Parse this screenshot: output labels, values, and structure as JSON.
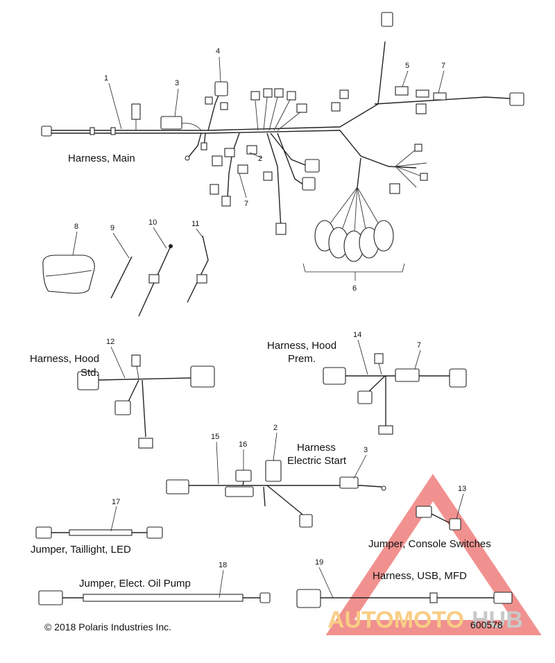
{
  "labels": {
    "harness_main": "Harness, Main",
    "harness_hood_std_1": "Harness, Hood",
    "harness_hood_std_2": "Std.",
    "harness_hood_prem_1": "Harness, Hood",
    "harness_hood_prem_2": "Prem.",
    "harness_electric_start_1": "Harness",
    "harness_electric_start_2": "Electric Start",
    "jumper_taillight": "Jumper, Taillight, LED",
    "jumper_console": "Jumper, Console Switches",
    "harness_usb": "Harness, USB, MFD",
    "jumper_oil_pump": "Jumper, Elect. Oil Pump"
  },
  "callouts": {
    "c1": "1",
    "c2a": "2",
    "c2b": "2",
    "c3a": "3",
    "c3b": "3",
    "c4": "4",
    "c5": "5",
    "c6": "6",
    "c7a": "7",
    "c7b": "7",
    "c7c": "7",
    "c8": "8",
    "c9": "9",
    "c10": "10",
    "c11": "11",
    "c12": "12",
    "c13": "13",
    "c14": "14",
    "c15": "15",
    "c16": "16",
    "c17": "17",
    "c18": "18",
    "c19": "19"
  },
  "footer": {
    "copyright": "© 2018 Polaris Industries Inc.",
    "part_number": "600578"
  },
  "watermark": {
    "text_a": "AUTOMOTO",
    "text_b": "HUB",
    "color_red": "#e53935",
    "color_orange": "#f5a623",
    "color_gray": "#9e9e9e"
  }
}
